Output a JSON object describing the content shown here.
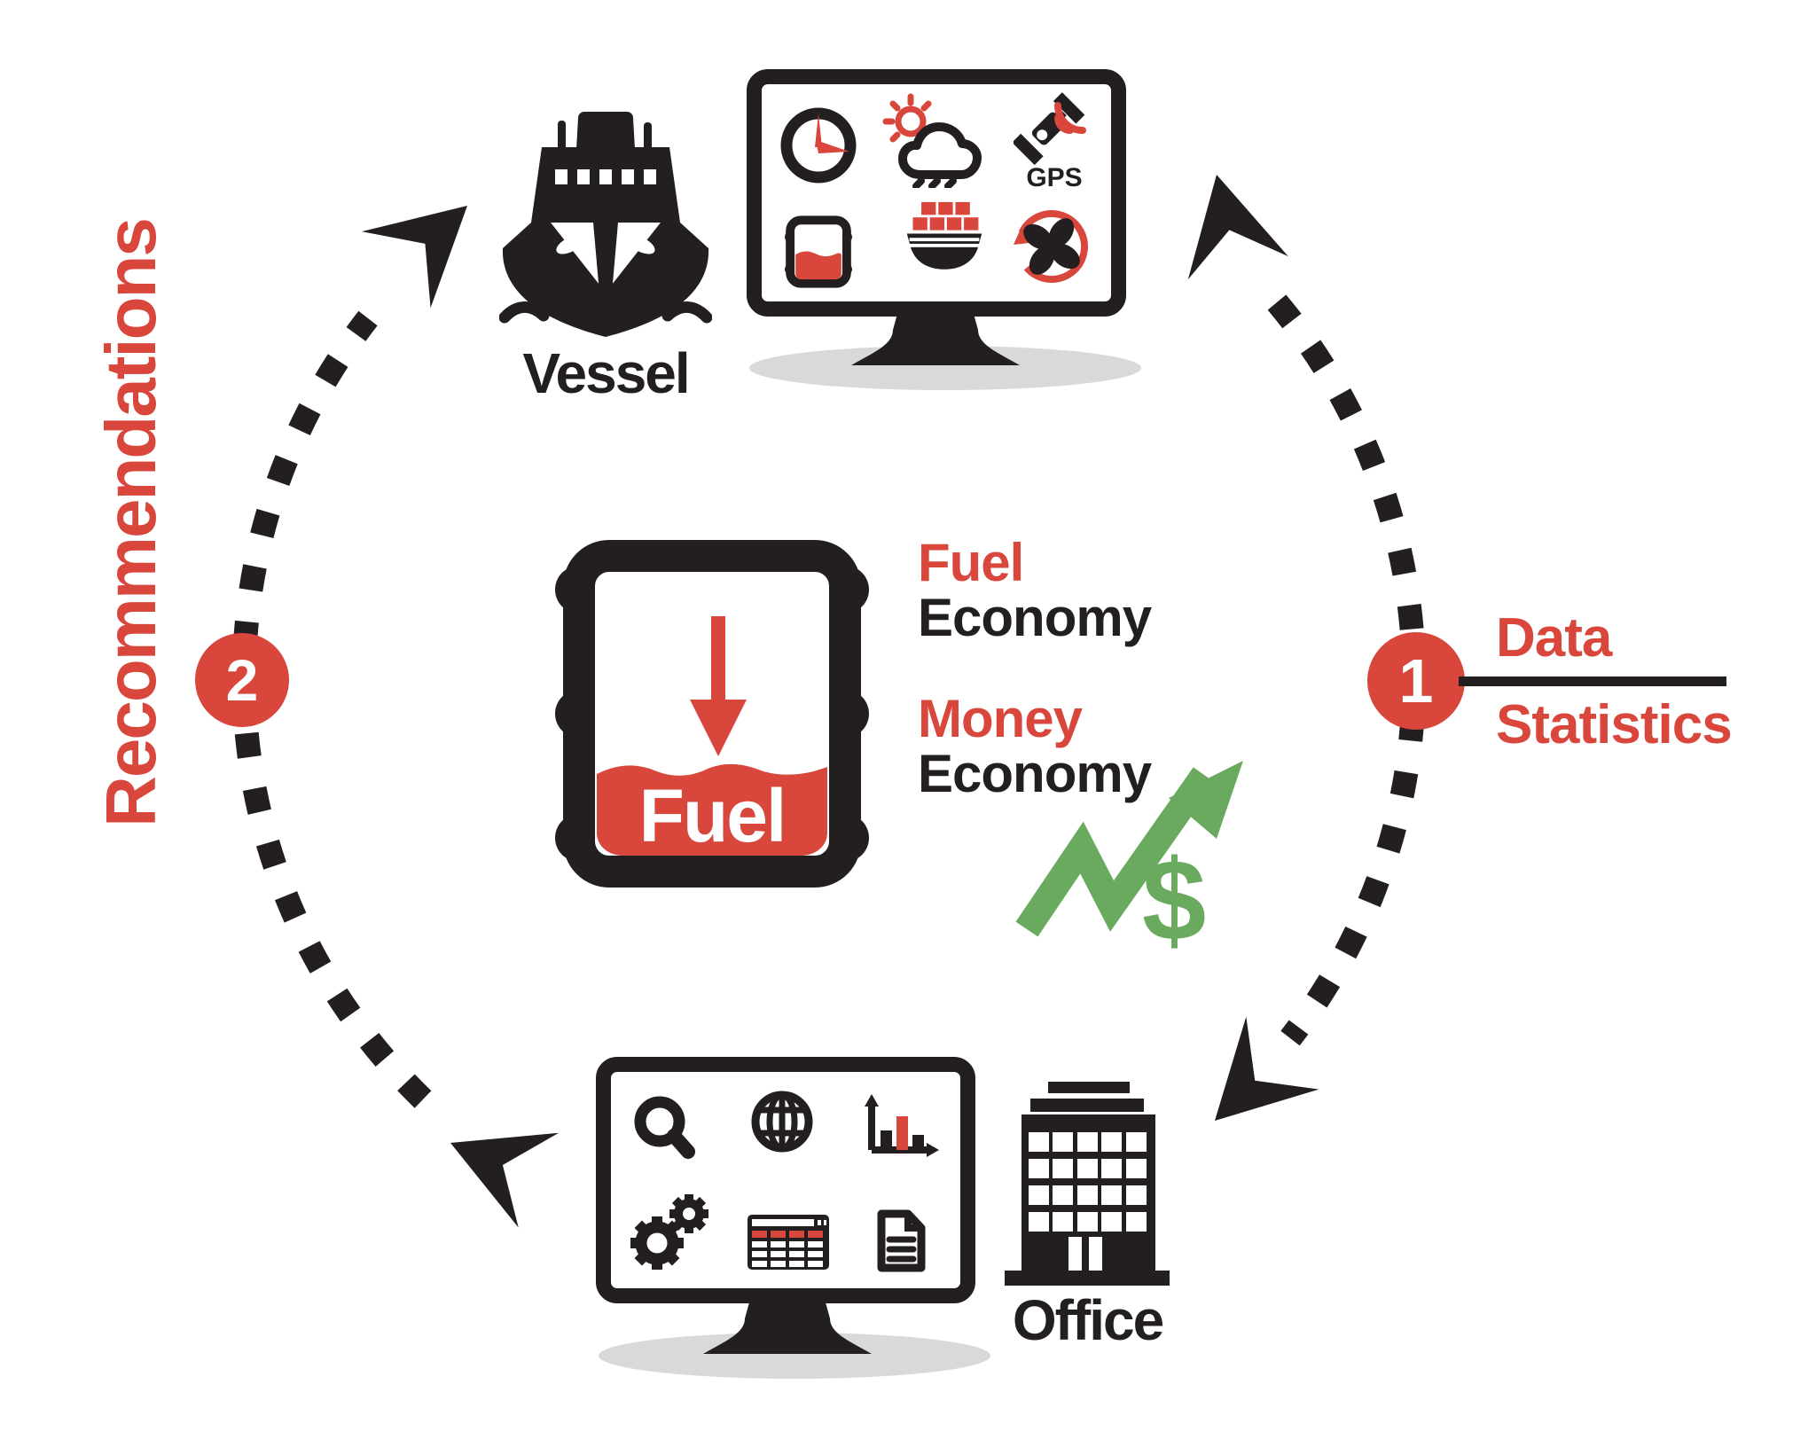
{
  "colors": {
    "red": "#d8463c",
    "black": "#231f20",
    "green": "#69aa5f",
    "shadow_gray": "#d9d9d9",
    "white": "#ffffff"
  },
  "vessel": {
    "label": "Vessel",
    "gps_label": "GPS",
    "monitor_icons": [
      "clock-icon",
      "weather-icon",
      "gps-satellite-icon",
      "fuel-barrel-icon",
      "cargo-ship-icon",
      "engine-fan-icon"
    ]
  },
  "office": {
    "label": "Office",
    "monitor_icons": [
      "search-icon",
      "globe-icon",
      "bar-chart-icon",
      "gears-icon",
      "spreadsheet-icon",
      "document-icon"
    ]
  },
  "center": {
    "barrel_label": "Fuel",
    "benefits": [
      {
        "highlight": "Fuel",
        "rest": "Economy"
      },
      {
        "highlight": "Money",
        "rest": "Economy"
      }
    ],
    "dollar_sign": "$"
  },
  "cycle": {
    "step1": {
      "number": "1",
      "title": "Data",
      "subtitle": "Statistics"
    },
    "step2": {
      "number": "2",
      "label": "Recommendations"
    }
  }
}
